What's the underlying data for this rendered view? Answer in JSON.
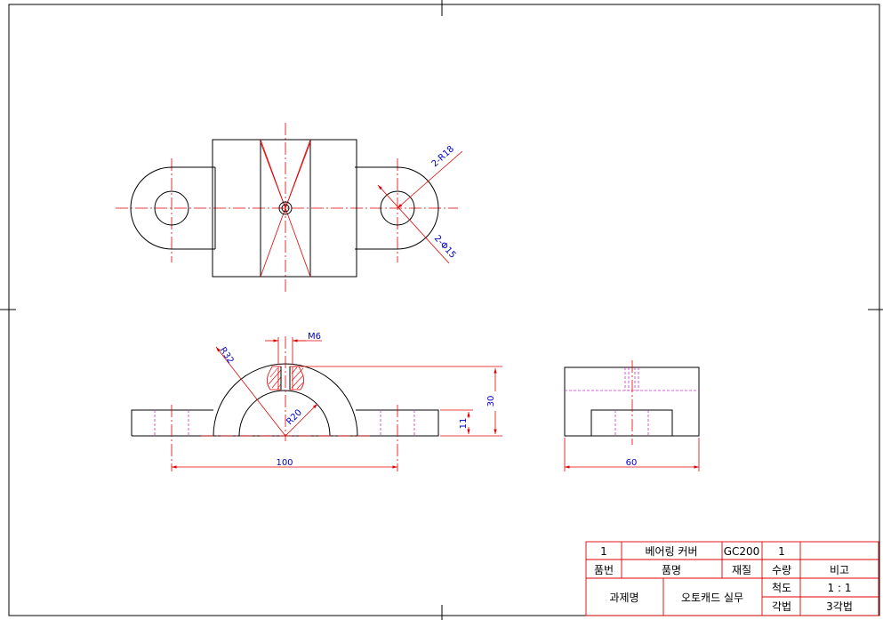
{
  "drawing": {
    "dimensions": {
      "top_fillet": "2-R18",
      "top_hole": "2-Φ15",
      "thread": "M6",
      "outer_radius": "R32",
      "inner_radius": "R20",
      "height_total": "30",
      "height_base": "11",
      "width_front": "100",
      "width_side": "60"
    }
  },
  "title_block": {
    "part_no": "1",
    "part_name": "베어링 커버",
    "material": "GC200",
    "quantity": "1",
    "remarks_value": "",
    "h_part_no": "품번",
    "h_part_name": "품명",
    "h_material": "재질",
    "h_quantity": "수량",
    "h_remarks": "비고",
    "h_project": "과제명",
    "project_name": "오토캐드 실무",
    "h_scale": "척도",
    "scale": "1 : 1",
    "h_projection": "각법",
    "projection": "3각법"
  },
  "colors": {
    "outline": "#000000",
    "center_line": "#e00000",
    "hidden_line": "#d030d0",
    "dimension_text": "#0000cc",
    "title_block_lines": "#e00000"
  }
}
